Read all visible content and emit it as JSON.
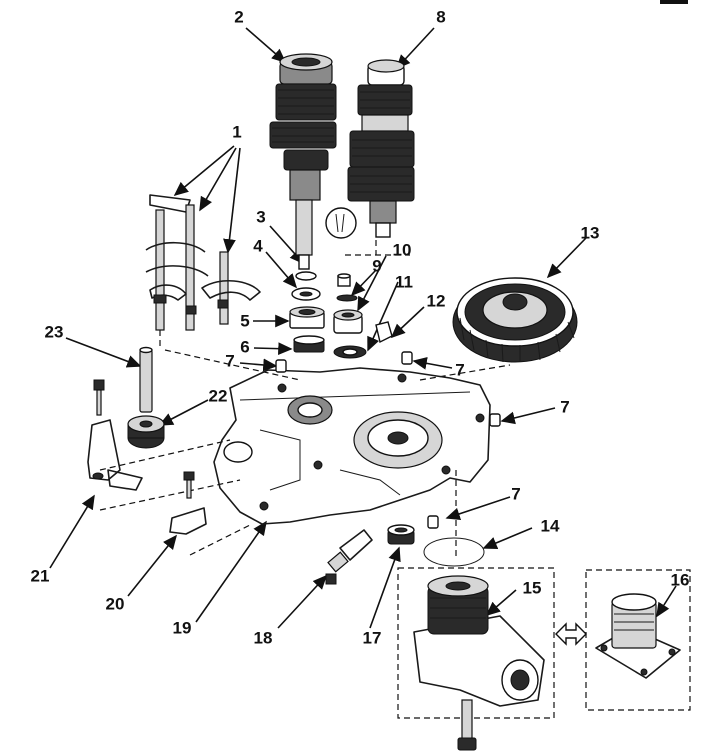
{
  "figure": {
    "title": "",
    "type": "exploded-parts-diagram"
  },
  "callouts": [
    {
      "id": "c1",
      "label": "1"
    },
    {
      "id": "c2",
      "label": "2"
    },
    {
      "id": "c3",
      "label": "3"
    },
    {
      "id": "c4",
      "label": "4"
    },
    {
      "id": "c5",
      "label": "5"
    },
    {
      "id": "c6",
      "label": "6"
    },
    {
      "id": "c7a",
      "label": "7"
    },
    {
      "id": "c7b",
      "label": "7"
    },
    {
      "id": "c7c",
      "label": "7"
    },
    {
      "id": "c7d",
      "label": "7"
    },
    {
      "id": "c8",
      "label": "8"
    },
    {
      "id": "c9",
      "label": "9"
    },
    {
      "id": "c10",
      "label": "10"
    },
    {
      "id": "c11",
      "label": "11"
    },
    {
      "id": "c12",
      "label": "12"
    },
    {
      "id": "c13",
      "label": "13"
    },
    {
      "id": "c14",
      "label": "14"
    },
    {
      "id": "c15",
      "label": "15"
    },
    {
      "id": "c16",
      "label": "16"
    },
    {
      "id": "c17",
      "label": "17"
    },
    {
      "id": "c18",
      "label": "18"
    },
    {
      "id": "c19",
      "label": "19"
    },
    {
      "id": "c20",
      "label": "20"
    },
    {
      "id": "c21",
      "label": "21"
    },
    {
      "id": "c22",
      "label": "22"
    },
    {
      "id": "c23",
      "label": "23"
    }
  ],
  "colors": {
    "ink": "#111111",
    "background": "#ffffff"
  }
}
